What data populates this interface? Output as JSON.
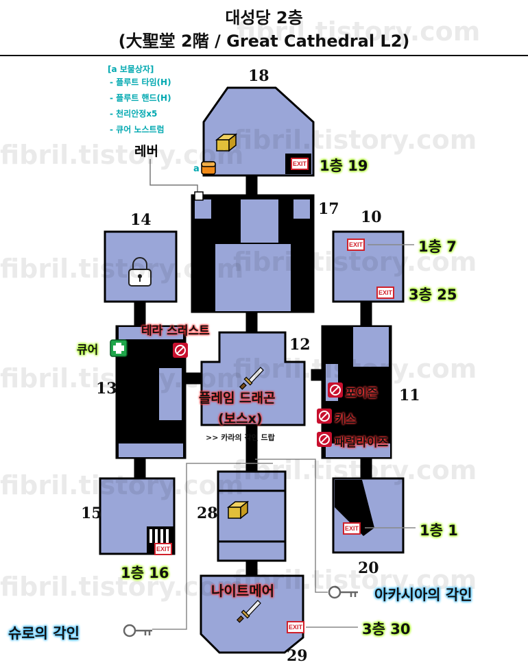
{
  "header": {
    "title_ko": "대성당 2층",
    "title_sub": "(大聖堂 2階 / Great Cathedral L2)"
  },
  "watermark": "fibril.tistory.com",
  "rooms": {
    "r18": "18",
    "r17": "17",
    "r14": "14",
    "r10": "10",
    "r12": "12",
    "r13": "13",
    "r11": "11",
    "r15": "15",
    "r28": "28",
    "r20": "20",
    "r29": "29"
  },
  "exits": {
    "label": "EXIT",
    "to_1f_19": "1층 19",
    "to_1f_7": "1층 7",
    "to_3f_25": "3층 25",
    "to_1f_1": "1층 1",
    "to_1f_16": "1층 16",
    "to_3f_30": "3층 30"
  },
  "chest_a": {
    "marker": "a",
    "title": "[a 보물상자]",
    "items": [
      "- 플루트 타임(H)",
      "- 플루트 핸드(H)",
      "- 천리안정x5",
      "- 큐어 노스트럼"
    ]
  },
  "lever": "레버",
  "cure": "큐어",
  "spells": {
    "tera_thrust": "테라 스러스트",
    "poison": "포이즌",
    "kiss": "키스",
    "paralyze": "패럴라이즈"
  },
  "boss": {
    "name": "플레임 드래곤",
    "tag": "(보스x)",
    "drop": ">> 카라의 각인 드랍"
  },
  "nightmare": "나이트메어",
  "sigils": {
    "acacia": "아카시아의 각인",
    "shuro": "슈로의 각인"
  },
  "colors": {
    "room_fill": "#9aa6d8",
    "wall": "#000000",
    "exit_red": "#d0202a",
    "green_glow": "#b6ff3c",
    "blue_glow": "#5ec9ff",
    "red_glow": "#ff3b3b",
    "teal_text": "#00a8b0"
  }
}
